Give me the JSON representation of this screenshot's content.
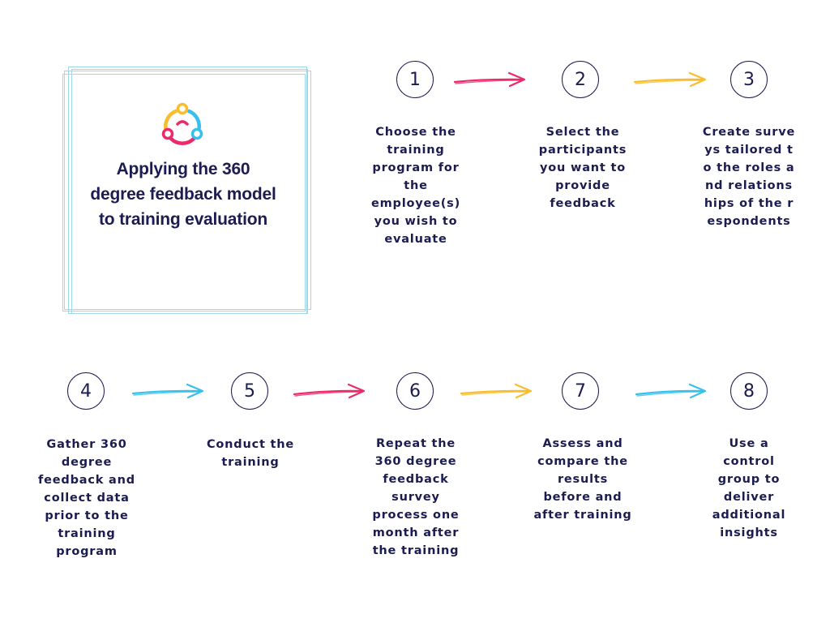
{
  "title": "Applying the 360 degree feedback model to training evaluation",
  "logo_icon": "three-people-cycle-icon",
  "colors": {
    "navy": "#1b1c4f",
    "pink": "#ec2a6a",
    "yellow": "#f9bd2c",
    "blue": "#38c0ec",
    "frame": "#9fd8ea"
  },
  "steps": [
    {
      "number": "1",
      "text": "Choose the training program for the employee(s) you wish to evaluate"
    },
    {
      "number": "2",
      "text": "Select the participants you want to provide feedback"
    },
    {
      "number": "3",
      "text": "Create surveys tailored to the roles and relationships of the respondents"
    },
    {
      "number": "4",
      "text": "Gather 360 degree feedback and collect data prior to the training program"
    },
    {
      "number": "5",
      "text": "Conduct the training"
    },
    {
      "number": "6",
      "text": "Repeat the 360 degree feedback survey process one month after the training"
    },
    {
      "number": "7",
      "text": "Assess and compare the results before and after training"
    },
    {
      "number": "8",
      "text": "Use a control group to deliver additional insights"
    }
  ],
  "arrows": [
    {
      "from": "1",
      "to": "2",
      "color": "pink"
    },
    {
      "from": "2",
      "to": "3",
      "color": "yellow"
    },
    {
      "from": "4",
      "to": "5",
      "color": "blue"
    },
    {
      "from": "5",
      "to": "6",
      "color": "pink"
    },
    {
      "from": "6",
      "to": "7",
      "color": "yellow"
    },
    {
      "from": "7",
      "to": "8",
      "color": "blue"
    }
  ]
}
